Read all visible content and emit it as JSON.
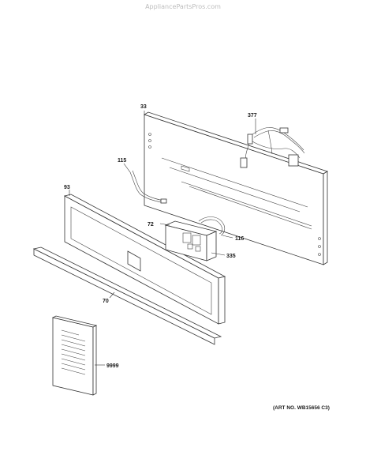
{
  "watermark": "AppliancePartsPros.com",
  "art_number": "(ART NO. WB15656 C3)",
  "callouts": {
    "c33": "33",
    "c377": "377",
    "c115": "115",
    "c93": "93",
    "c72": "72",
    "c116": "116",
    "c335": "335",
    "c70": "70",
    "c9999": "9999"
  }
}
